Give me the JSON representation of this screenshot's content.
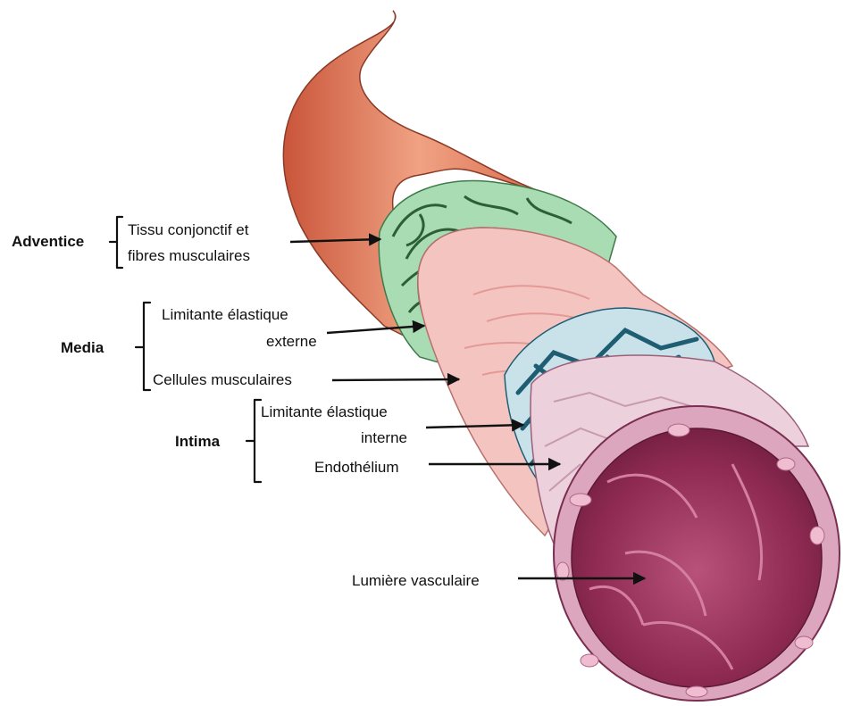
{
  "groups": {
    "adventice": "Adventice",
    "media": "Media",
    "intima": "Intima"
  },
  "labels": {
    "tissu_line1": "Tissu conjonctif et",
    "tissu_line2": "fibres musculaires",
    "limitante_ext_line1": "Limitante élastique",
    "limitante_ext_line2": "externe",
    "cellules": "Cellules musculaires",
    "limitante_int_line1": "Limitante élastique",
    "limitante_int_line2": "interne",
    "endothelium": "Endothélium",
    "lumiere": "Lumière vasculaire"
  },
  "colors": {
    "adventitia_outer": "#e07a5a",
    "adventitia_net": "#9fd3a8",
    "media_pink": "#f2b8b6",
    "internal_lamina": "#1f5d73",
    "endothelium": "#e9c6d2",
    "lumen": "#8e2a52"
  }
}
